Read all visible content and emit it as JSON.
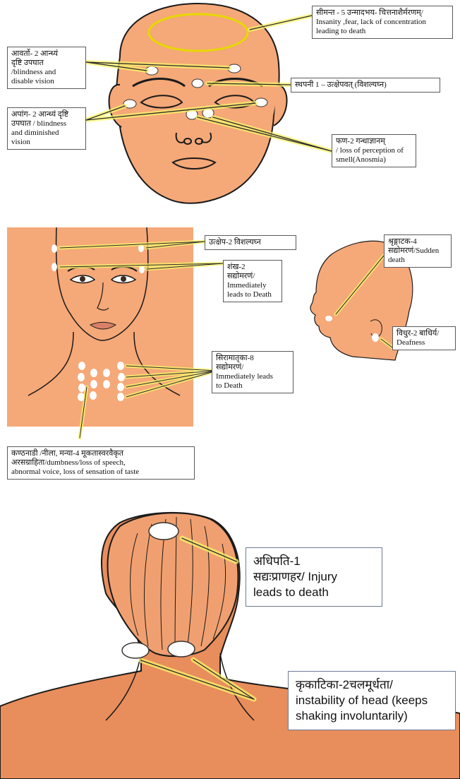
{
  "colors": {
    "skin": "#f5a878",
    "skin_dark": "#e88d5c",
    "outline": "#1a1a1a",
    "marker": "#ffffff",
    "pointer_line": "#d4c400",
    "pointer_glow": "#fbf46a",
    "box_border": "#5a5a5a"
  },
  "panel1": {
    "labels": [
      {
        "id": "simanta",
        "lines": [
          "सीमन्त - 5 उन्मादभय- चित्तनाशैर्मरणम्/",
          "Insanity ,fear, lack of concentration",
          "leading to death"
        ]
      },
      {
        "id": "avarta",
        "lines": [
          "आवर्तो- 2 आन्ध्यं",
          "दृष्टि उपघात",
          "/blindness and",
          "disable vision"
        ]
      },
      {
        "id": "sthapani",
        "lines": [
          "स्थपनी 1 – उत्क्षेपवत् (विशल्यघ्न)"
        ]
      },
      {
        "id": "apanga",
        "lines": [
          "अपांग- 2 आन्ध्यं दृष्टि",
          "उपघात / blindness",
          "and diminished",
          "vision"
        ]
      },
      {
        "id": "phana",
        "lines": [
          "फण-2 गन्धाज्ञानम्",
          "/ loss of perception of",
          "smell(Anosmia)"
        ]
      }
    ]
  },
  "panel2": {
    "labels": [
      {
        "id": "utkshepa",
        "lines": [
          "उत्क्षेप-2 विशल्यघ्न"
        ]
      },
      {
        "id": "shankha",
        "lines": [
          "शंख-2",
          "सद्योमरणं/",
          "Immediately",
          "leads to Death"
        ]
      },
      {
        "id": "sringataka",
        "lines": [
          "श्रृङ्गाटक-4",
          "सद्योमरणं/Sudden",
          "death"
        ]
      },
      {
        "id": "vidhura",
        "lines": [
          "विधुर-2 बाधिर्य/",
          "Deafness"
        ]
      },
      {
        "id": "siramatrika",
        "lines": [
          "सिरामातृका-8",
          "सद्योमरणं/",
          "Immediately leads",
          "to Death"
        ]
      },
      {
        "id": "kanthanadi",
        "lines": [
          "कण्ठनाडी /नीला, मन्या-4 मूकतास्वरवैकृत",
          "अरसग्राहिता/dumbness/loss of speech,",
          "abnormal voice, loss of sensation of taste"
        ]
      }
    ]
  },
  "panel3": {
    "labels": [
      {
        "id": "adhipati",
        "lines": [
          "अधिपति-1",
          "सद्यःप्राणहर/ Injury",
          "leads to death"
        ]
      },
      {
        "id": "krikatika",
        "lines": [
          "कृकाटिका-2चलमूर्धता/",
          "instability of  head (keeps",
          "shaking involuntarily)"
        ]
      }
    ]
  }
}
